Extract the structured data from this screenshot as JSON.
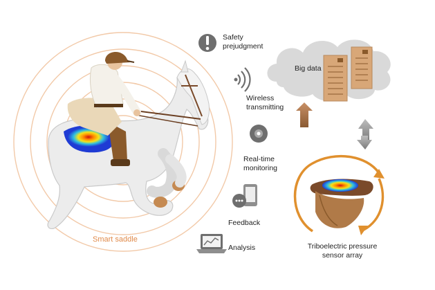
{
  "labels": {
    "safety": [
      "Safety",
      "prejudgment"
    ],
    "wireless": [
      "Wireless",
      "transmitting"
    ],
    "realtime": [
      "Real-time",
      "monitoring"
    ],
    "feedback": "Feedback",
    "analysis": "Analysis",
    "bigdata": "Big data",
    "sensor": [
      "Triboelectric pressure",
      "sensor array"
    ],
    "smart_saddle": "Smart saddle"
  },
  "colors": {
    "ring": "#f2c9a8",
    "accent_orange": "#e0902e",
    "cloud": "#d9d9d9",
    "server": "#d8a778",
    "icon_gray": "#6e6e6e",
    "saddle_brown": "#a0723f"
  },
  "icons": [
    "alert-icon",
    "wireless-icon",
    "disc-icon",
    "phone-chat-icon",
    "laptop-chart-icon"
  ]
}
